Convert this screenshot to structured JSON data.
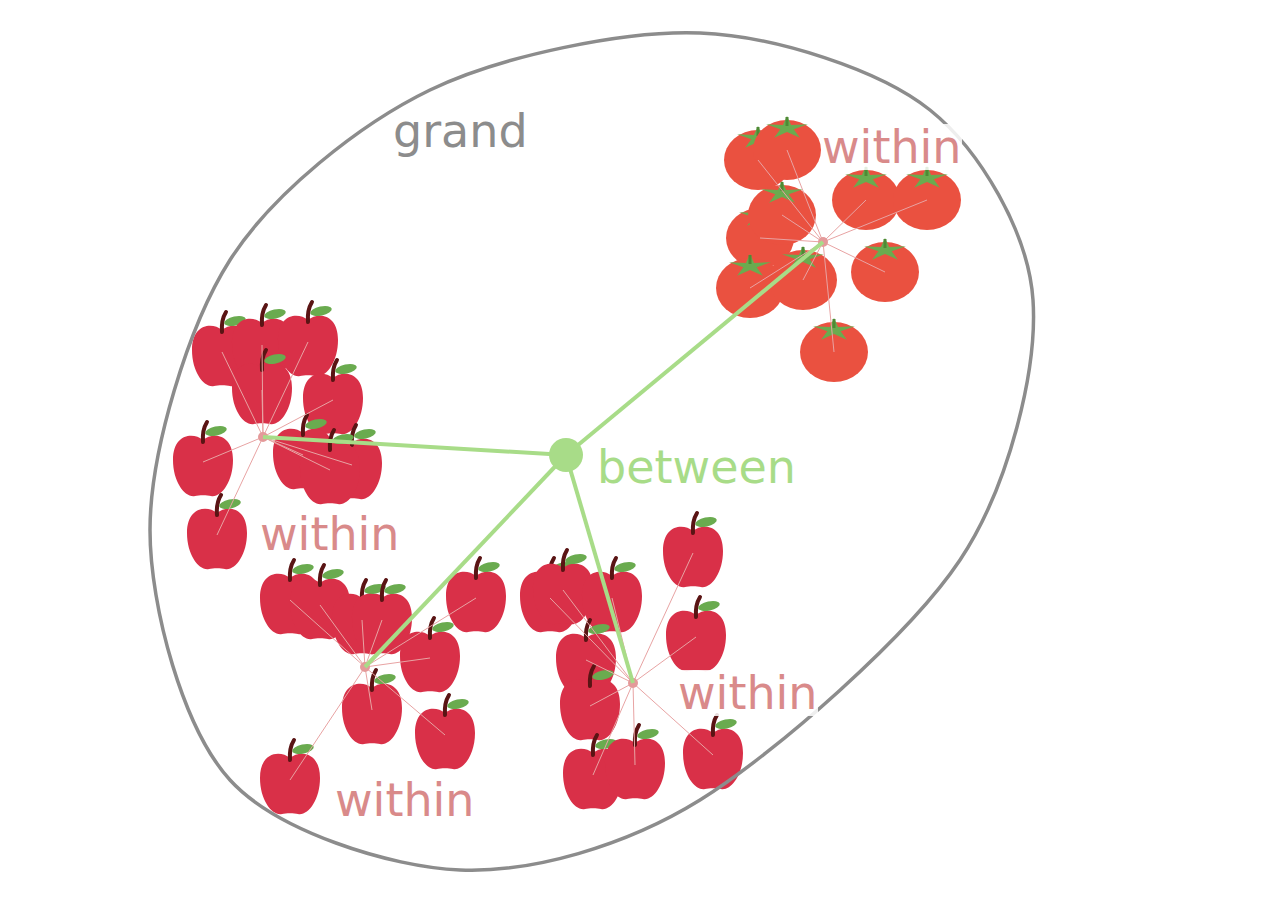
{
  "diagram": {
    "nodes": [
      {
        "text": [
          "grand"
        ]
      }
    ],
    "labels": [
      "within",
      "within",
      "within",
      "within",
      "between"
    ]
  }
}
